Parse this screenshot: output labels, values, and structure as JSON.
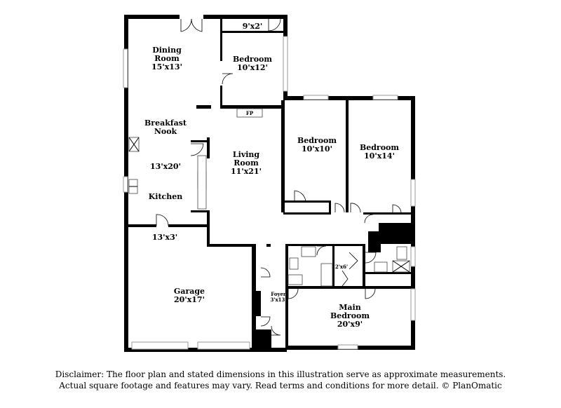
{
  "rooms": {
    "dining": {
      "name1": "Dining",
      "name2": "Room",
      "dims": "15'x13'"
    },
    "bed_small": {
      "name": "Bedroom",
      "dims": "10'x12'"
    },
    "closet_top": {
      "dims": "9'x2'"
    },
    "fireplace": {
      "label": "FP"
    },
    "nook": {
      "name1": "Breakfast",
      "name2": "Nook",
      "dims": "13'x20'"
    },
    "kitchen": {
      "name": "Kitchen"
    },
    "living": {
      "name1": "Living",
      "name2": "Room",
      "dims": "11'x21'"
    },
    "bed_mid": {
      "name": "Bedroom",
      "dims": "10'x10'"
    },
    "bed_right": {
      "name": "Bedroom",
      "dims": "10'x14'"
    },
    "laundry": {
      "dims": "13'x3'"
    },
    "garage": {
      "name": "Garage",
      "dims": "20'x17'"
    },
    "foyer": {
      "name": "Foyer",
      "dims": "3'x13'"
    },
    "closet_hall": {
      "dims": "2'x6'"
    },
    "main_bed": {
      "name1": "Main",
      "name2": "Bedroom",
      "dims": "20'x9'"
    }
  },
  "disclaimer": {
    "line1": "Disclaimer: The floor plan and stated dimensions in this illustration serve as approximate measurements.",
    "line2": "Actual square footage and features may vary. Read terms and conditions for more detail. © PlanOmatic"
  }
}
